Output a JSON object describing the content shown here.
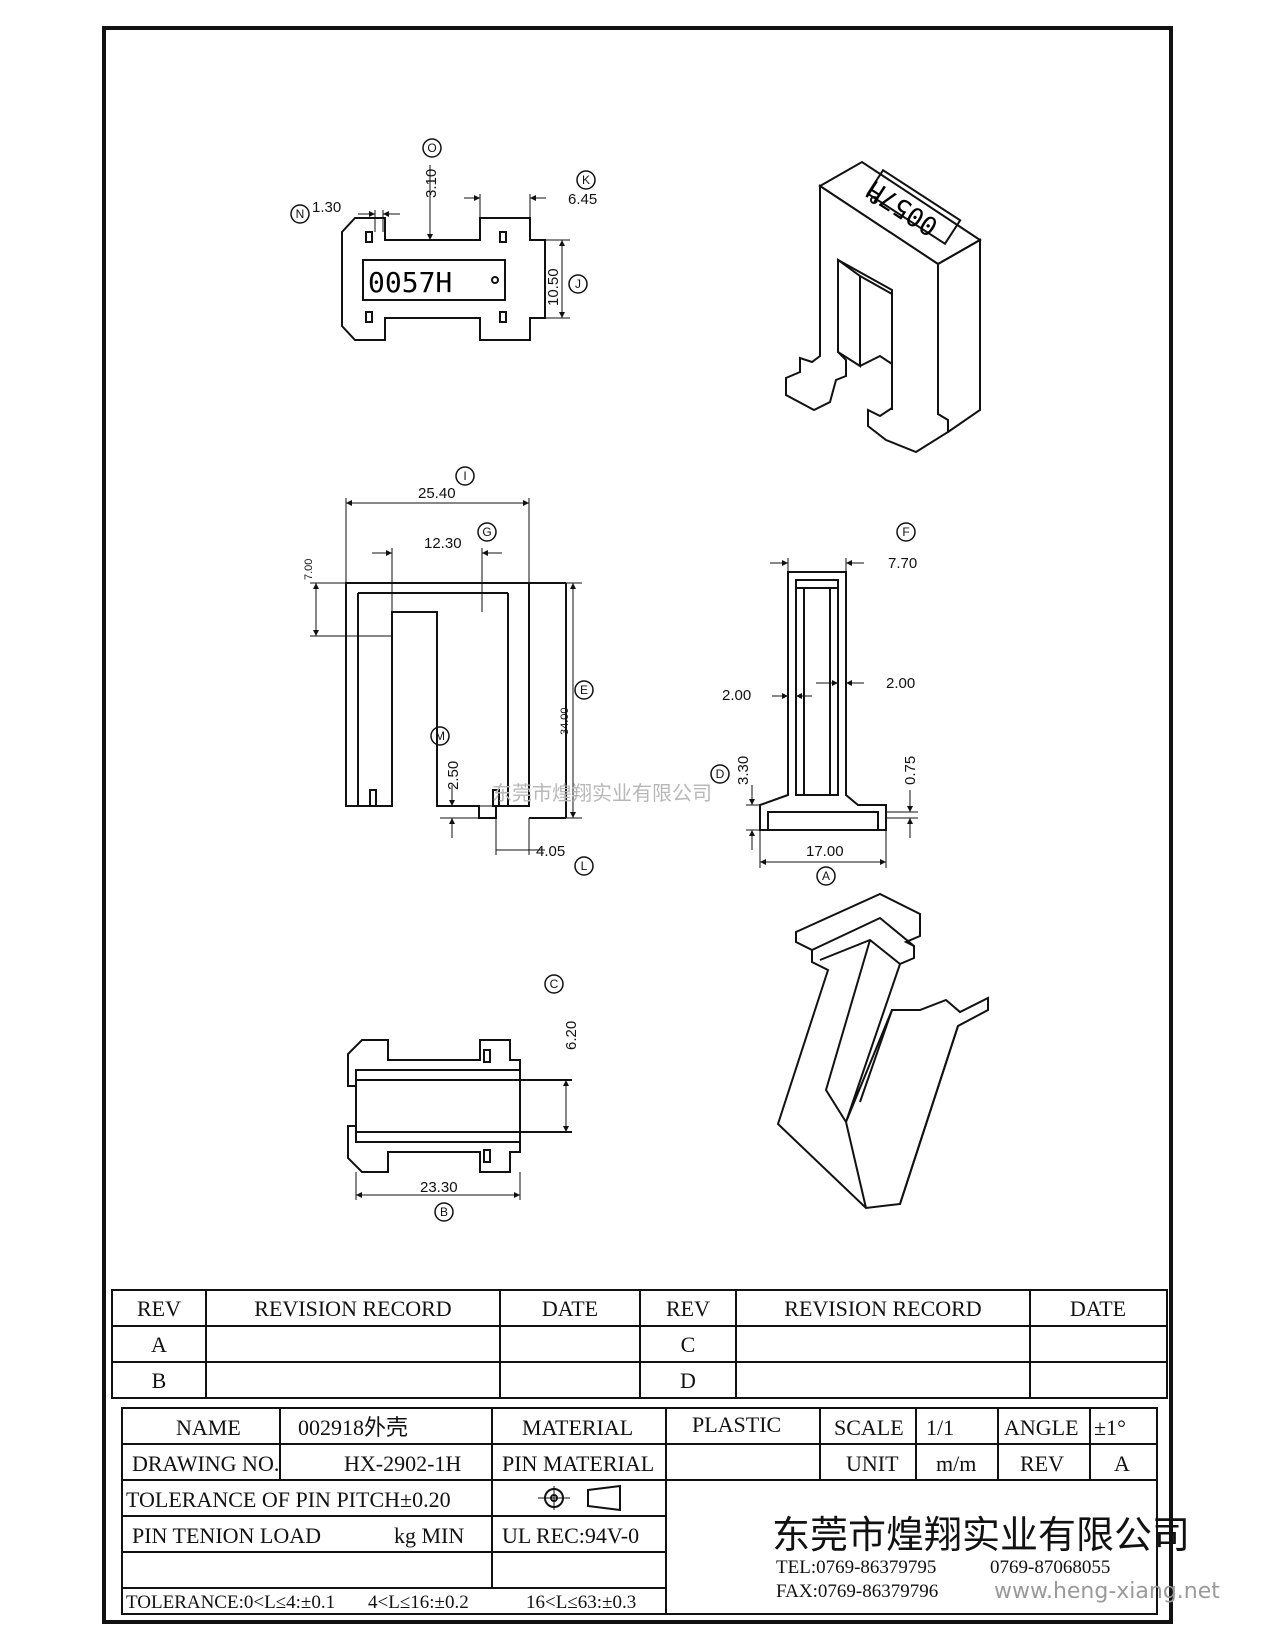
{
  "part_marking": "0057H",
  "callouts": {
    "A": {
      "letter": "A",
      "value": "17.00"
    },
    "B": {
      "letter": "B",
      "value": "23.30"
    },
    "C": {
      "letter": "C",
      "value": "6.20"
    },
    "D": {
      "letter": "D",
      "value": "3.30"
    },
    "E": {
      "letter": "E",
      "value": "34.00"
    },
    "F": {
      "letter": "F",
      "value": "7.70"
    },
    "G": {
      "letter": "G",
      "value": "12.30"
    },
    "I": {
      "letter": "I",
      "value": "25.40"
    },
    "J": {
      "letter": "J",
      "value": "10.50"
    },
    "K": {
      "letter": "K",
      "value": "6.45"
    },
    "L": {
      "letter": "L",
      "value": "4.05"
    },
    "M": {
      "letter": "M",
      "value": "2.50"
    },
    "N": {
      "letter": "N",
      "value": "1.30"
    },
    "O": {
      "letter": "O",
      "value": "3.10"
    }
  },
  "other_dims": {
    "top_inner_height": "7.00",
    "wall_left": "2.00",
    "wall_right": "2.00",
    "base_thickness": "0.75"
  },
  "watermark_center": "东莞市煌翔实业有限公司",
  "watermark_url": "www.heng-xiang.net",
  "revision_table": {
    "headers": [
      "REV",
      "REVISION RECORD",
      "DATE",
      "REV",
      "REVISION RECORD",
      "DATE"
    ],
    "rows": [
      [
        "A",
        "",
        "",
        "C",
        "",
        ""
      ],
      [
        "B",
        "",
        "",
        "D",
        "",
        ""
      ]
    ]
  },
  "title_block": {
    "name_label": "NAME",
    "name_value": "002918外壳",
    "material_label": "MATERIAL",
    "material_value": "PLASTIC",
    "scale_label": "SCALE",
    "scale_value": "1/1",
    "angle_label": "ANGLE",
    "angle_value": "±1°",
    "drawing_no_label": "DRAWING NO.",
    "drawing_no_value": "HX-2902-1H",
    "pin_material_label": "PIN MATERIAL",
    "unit_label": "UNIT",
    "unit_value": "m/m",
    "rev_label": "REV",
    "rev_value": "A",
    "tolerance_pitch": "TOLERANCE OF PIN PITCH±0.20",
    "pin_tenion_label": "PIN TENION LOAD",
    "pin_tenion_unit": "kg MIN",
    "ul_rec": "UL REC:94V-0",
    "tolerance_1": "TOLERANCE:0<L≤4:±0.1",
    "tolerance_2": "4<L≤16:±0.2",
    "tolerance_3": "16<L≤63:±0.3",
    "company": "东莞市煌翔实业有限公司",
    "tel": "TEL:0769-86379795",
    "tel2": "0769-87068055",
    "fax": "FAX:0769-86379796"
  }
}
